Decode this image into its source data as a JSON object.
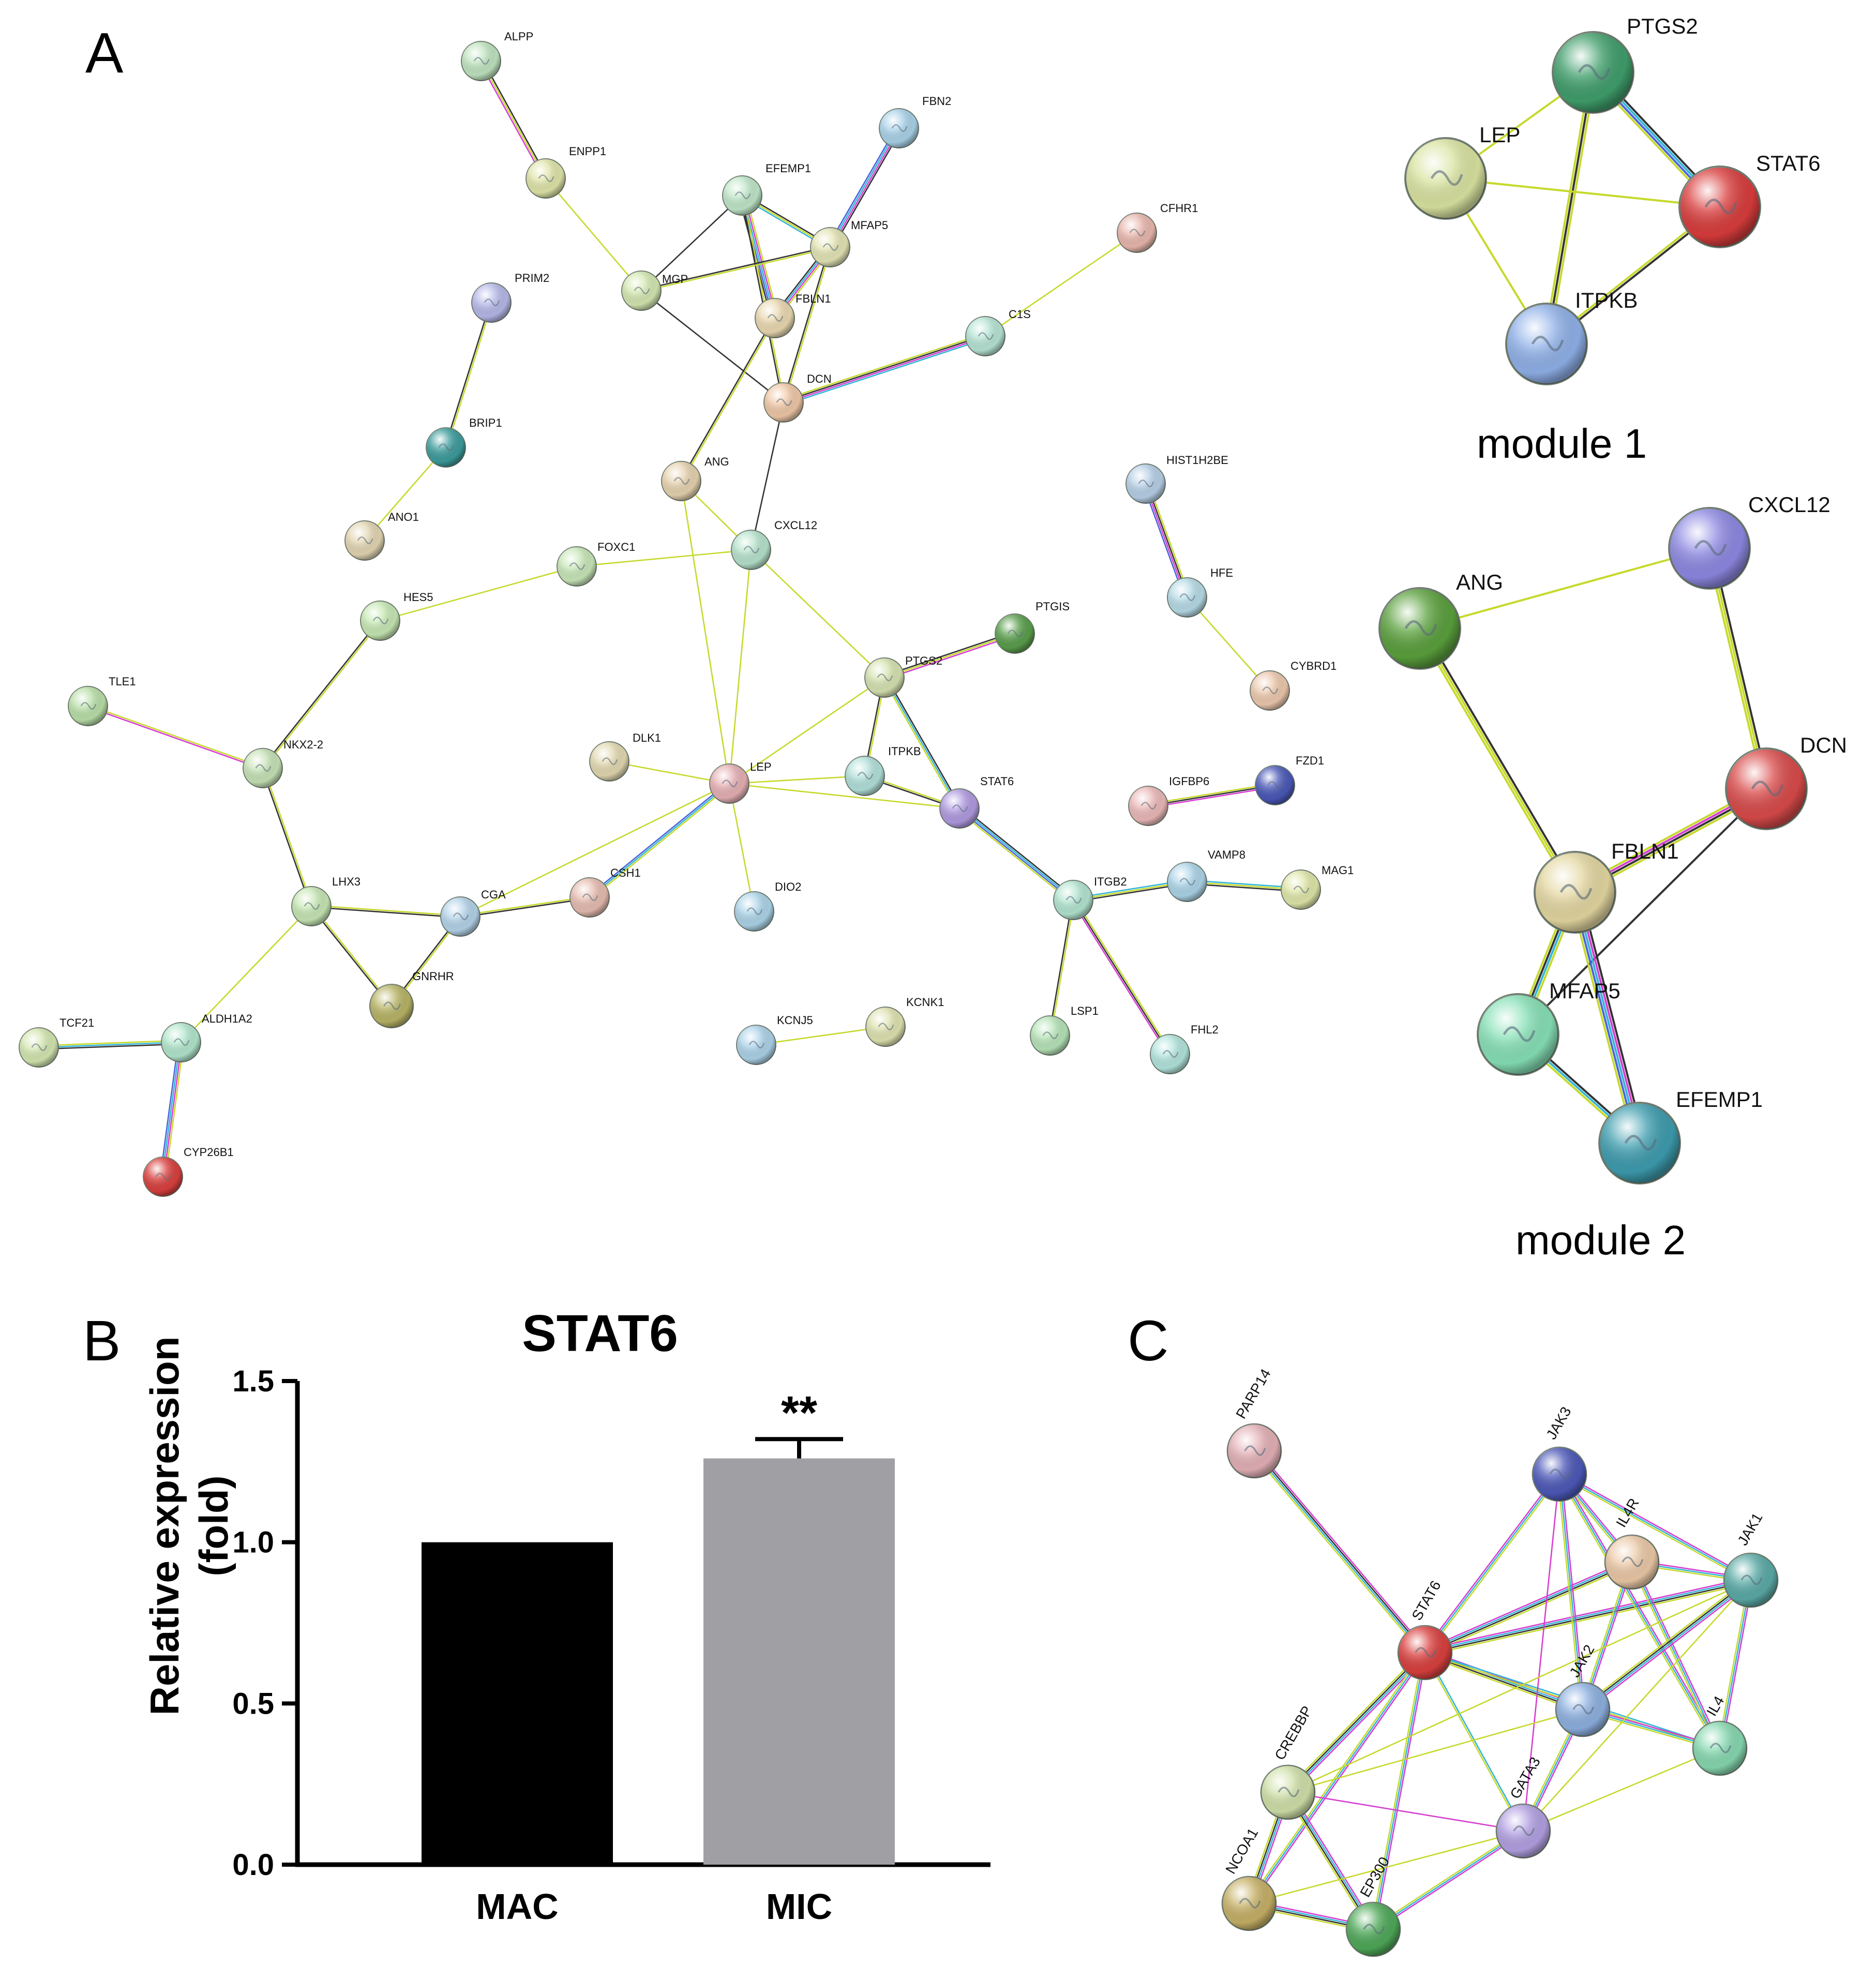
{
  "panels": {
    "a": "A",
    "b": "B",
    "c": "C"
  },
  "modules": {
    "m1": "module 1",
    "m2": "module 2"
  },
  "colors": {
    "edge_yellow": "#c6d92b",
    "edge_black": "#333333",
    "edge_magenta": "#d63ed1",
    "edge_cyan": "#33b5d6",
    "edge_blue": "#4a63d9",
    "bar_mac": "#000000",
    "bar_mic": "#a0a0a4"
  },
  "network_a": {
    "nodes": [
      {
        "id": "ALPP",
        "label": "ALPP",
        "color": "#bfe3bf"
      },
      {
        "id": "ENPP1",
        "label": "ENPP1",
        "color": "#dfe4a8"
      },
      {
        "id": "FBN2",
        "label": "FBN2",
        "color": "#a9d2e8"
      },
      {
        "id": "EFEMP1",
        "label": "EFEMP1",
        "color": "#bfe6c8"
      },
      {
        "id": "MFAP5",
        "label": "MFAP5",
        "color": "#e3e4b4"
      },
      {
        "id": "CFHR1",
        "label": "CFHR1",
        "color": "#e9b7ad"
      },
      {
        "id": "MGP",
        "label": "MGP",
        "color": "#d3e7b0"
      },
      {
        "id": "FBLN1",
        "label": "FBLN1",
        "color": "#ead8b0"
      },
      {
        "id": "C1S",
        "label": "C1S",
        "color": "#b6e4d4"
      },
      {
        "id": "PRIM2",
        "label": "PRIM2",
        "color": "#b6b8e8"
      },
      {
        "id": "DCN",
        "label": "DCN",
        "color": "#efc7a6"
      },
      {
        "id": "BRIP1",
        "label": "BRIP1",
        "color": "#3c9c9c"
      },
      {
        "id": "ANG",
        "label": "ANG",
        "color": "#e6d2ae"
      },
      {
        "id": "HIST1H2BE",
        "label": "HIST1H2BE",
        "color": "#b6cfe6"
      },
      {
        "id": "ANO1",
        "label": "ANO1",
        "color": "#e2d5b2"
      },
      {
        "id": "FOXC1",
        "label": "FOXC1",
        "color": "#c8e6b8"
      },
      {
        "id": "CXCL12",
        "label": "CXCL12",
        "color": "#b6e2cc"
      },
      {
        "id": "HFE",
        "label": "HFE",
        "color": "#b6dbe6"
      },
      {
        "id": "HES5",
        "label": "HES5",
        "color": "#c6e8b3"
      },
      {
        "id": "PTGIS",
        "label": "PTGIS",
        "color": "#5a9e4c"
      },
      {
        "id": "TLE1",
        "label": "TLE1",
        "color": "#b9dfa8"
      },
      {
        "id": "PTGS2",
        "label": "PTGS2",
        "color": "#d6e2b0"
      },
      {
        "id": "CYBRD1",
        "label": "CYBRD1",
        "color": "#ecc8ad"
      },
      {
        "id": "DLK1",
        "label": "DLK1",
        "color": "#e2d8b0"
      },
      {
        "id": "NKX2-2",
        "label": "NKX2-2",
        "color": "#c6e2b6"
      },
      {
        "id": "LEP",
        "label": "LEP",
        "color": "#e6b0b4"
      },
      {
        "id": "ITPKB",
        "label": "ITPKB",
        "color": "#b2e0da"
      },
      {
        "id": "STAT6",
        "label": "STAT6",
        "color": "#b09ae0"
      },
      {
        "id": "IGFBP6",
        "label": "IGFBP6",
        "color": "#ebb8b8"
      },
      {
        "id": "FZD1",
        "label": "FZD1",
        "color": "#4a58b8"
      },
      {
        "id": "VAMP8",
        "label": "VAMP8",
        "color": "#acd4e8"
      },
      {
        "id": "MAG1",
        "label": "MAG1",
        "color": "#dfe6a8"
      },
      {
        "id": "LHX3",
        "label": "LHX3",
        "color": "#c6e6b3"
      },
      {
        "id": "CGA",
        "label": "CGA",
        "color": "#b3d2e8"
      },
      {
        "id": "CSH1",
        "label": "CSH1",
        "color": "#e6bcb0"
      },
      {
        "id": "DIO2",
        "label": "DIO2",
        "color": "#acd4e8"
      },
      {
        "id": "ITGB2",
        "label": "ITGB2",
        "color": "#b2e4d0"
      },
      {
        "id": "GNRHR",
        "label": "GNRHR",
        "color": "#b8b466"
      },
      {
        "id": "TCF21",
        "label": "TCF21",
        "color": "#d3e6b0"
      },
      {
        "id": "ALDH1A2",
        "label": "ALDH1A2",
        "color": "#b2e6cc"
      },
      {
        "id": "KCNK1",
        "label": "KCNK1",
        "color": "#dfe2b0"
      },
      {
        "id": "KCNJ5",
        "label": "KCNJ5",
        "color": "#acd2e8"
      },
      {
        "id": "LSP1",
        "label": "LSP1",
        "color": "#b6e4b8"
      },
      {
        "id": "FHL2",
        "label": "FHL2",
        "color": "#b2e4dc"
      },
      {
        "id": "CYP26B1",
        "label": "CYP26B1",
        "color": "#d9403e"
      }
    ]
  },
  "module1": {
    "nodes": [
      {
        "id": "PTGS2",
        "label": "PTGS2",
        "color": "#3f9e6b"
      },
      {
        "id": "LEP",
        "label": "LEP",
        "color": "#d9e3a0"
      },
      {
        "id": "STAT6",
        "label": "STAT6",
        "color": "#d93c3c"
      },
      {
        "id": "ITPKB",
        "label": "ITPKB",
        "color": "#8fb0e8"
      }
    ]
  },
  "module2": {
    "nodes": [
      {
        "id": "CXCL12",
        "label": "CXCL12",
        "color": "#8d88e2"
      },
      {
        "id": "ANG",
        "label": "ANG",
        "color": "#5aa03c"
      },
      {
        "id": "DCN",
        "label": "DCN",
        "color": "#d94a4a"
      },
      {
        "id": "FBLN1",
        "label": "FBLN1",
        "color": "#e3d6a0"
      },
      {
        "id": "MFAP5",
        "label": "MFAP5",
        "color": "#86e0b6"
      },
      {
        "id": "EFEMP1",
        "label": "EFEMP1",
        "color": "#3d9cae"
      }
    ]
  },
  "network_c": {
    "nodes": [
      {
        "id": "PARP14",
        "label": "PARP14",
        "color": "#e3b0b6"
      },
      {
        "id": "JAK3",
        "label": "JAK3",
        "color": "#4c58b8"
      },
      {
        "id": "IL4R",
        "label": "IL4R",
        "color": "#ebc8a6"
      },
      {
        "id": "JAK1",
        "label": "JAK1",
        "color": "#5aaaa6"
      },
      {
        "id": "STAT6",
        "label": "STAT6",
        "color": "#d9403e"
      },
      {
        "id": "JAK2",
        "label": "JAK2",
        "color": "#8db0e0"
      },
      {
        "id": "IL4",
        "label": "IL4",
        "color": "#86d8b0"
      },
      {
        "id": "CREBBP",
        "label": "CREBBP",
        "color": "#cfe0a8"
      },
      {
        "id": "GATA3",
        "label": "GATA3",
        "color": "#b2a0e2"
      },
      {
        "id": "NCOA1",
        "label": "NCOA1",
        "color": "#c6b066"
      },
      {
        "id": "EP300",
        "label": "EP300",
        "color": "#4ea858"
      }
    ]
  },
  "chart_data": {
    "type": "bar",
    "title": "STAT6",
    "categories": [
      "MAC",
      "MIC"
    ],
    "values": [
      1.0,
      1.26
    ],
    "error": [
      0,
      0.06
    ],
    "annotations": [
      "",
      "**"
    ],
    "xlabel": "",
    "ylabel": "Relative expression\n(fold)",
    "ylabel_lines": [
      "Relative expression",
      "(fold)"
    ],
    "ylim": [
      0,
      1.5
    ],
    "yticks": [
      "0.0",
      "0.5",
      "1.0",
      "1.5"
    ],
    "grid": false
  }
}
